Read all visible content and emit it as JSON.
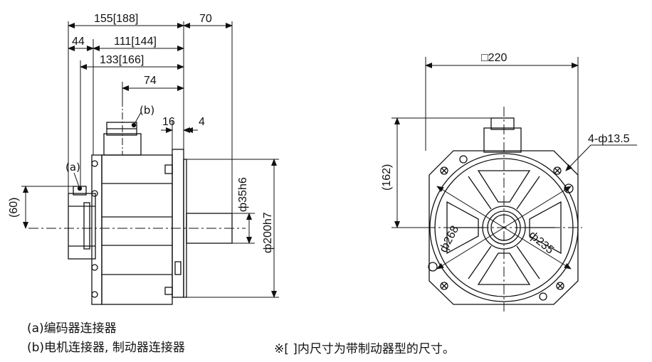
{
  "side_view": {
    "dims": {
      "overall": "155[188]",
      "shaft_len": "70",
      "d44": "44",
      "d111": "111[144]",
      "d133": "133[166]",
      "d74": "74",
      "d16": "16",
      "d4": "4",
      "d60": "(60)",
      "shaft_dia": "ф35h6",
      "pilot_dia": "ф200h7"
    },
    "callouts": {
      "a": "(a)",
      "b": "(b)"
    }
  },
  "front_view": {
    "dims": {
      "square": "□220",
      "holes": "4-ф13.5",
      "d162": "(162)",
      "pcd268": "ф268",
      "pcd235": "ф235"
    }
  },
  "legend": {
    "a": "(a)编码器连接器",
    "b": "(b)电机连接器, 制动器连接器"
  },
  "footnote": "※[ ]内尺寸为带制动器型的尺寸。"
}
